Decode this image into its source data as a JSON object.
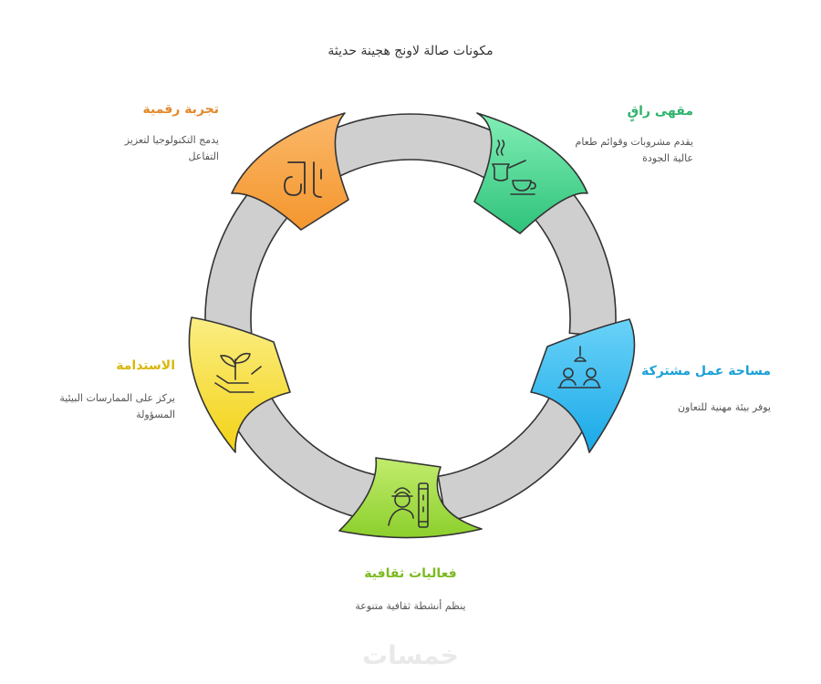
{
  "title": "مكونات صالة لاونج هجينة حديثة",
  "components": [
    {
      "id": "cafe",
      "heading": "مقهى راقٍ",
      "description": "يقدم مشروبات وقوائم طعام عالية الجودة",
      "color": "#3ecb88",
      "heading_color": "#2fb36c",
      "icon": "coffee-pot-and-cup-icon"
    },
    {
      "id": "coworking",
      "heading": "مساحة عمل مشتركة",
      "description": "يوفر بيئة مهنية للتعاون",
      "color": "#28b8f0",
      "heading_color": "#1aa0d8",
      "icon": "coworking-desk-lamp-icon"
    },
    {
      "id": "culture",
      "heading": "فعاليات ثقافية",
      "description": "ينظم أنشطة ثقافية متنوعة",
      "color": "#9bd83a",
      "heading_color": "#7cba22",
      "icon": "performer-with-scroll-icon"
    },
    {
      "id": "sustain",
      "heading": "الاستدامة",
      "description": "يركز على الممارسات البيئية المسؤولة",
      "color": "#f3db2b",
      "heading_color": "#d9b80f",
      "icon": "hand-with-sprout-icon"
    },
    {
      "id": "digital",
      "heading": "تجربة رقمية",
      "description": "يدمج التكنولوجيا لتعزيز التفاعل",
      "color": "#f5a64a",
      "heading_color": "#e38a2c",
      "icon": "digital-interface-icon"
    }
  ],
  "ring_color": "#cfcfcf",
  "watermark": "خمسات"
}
